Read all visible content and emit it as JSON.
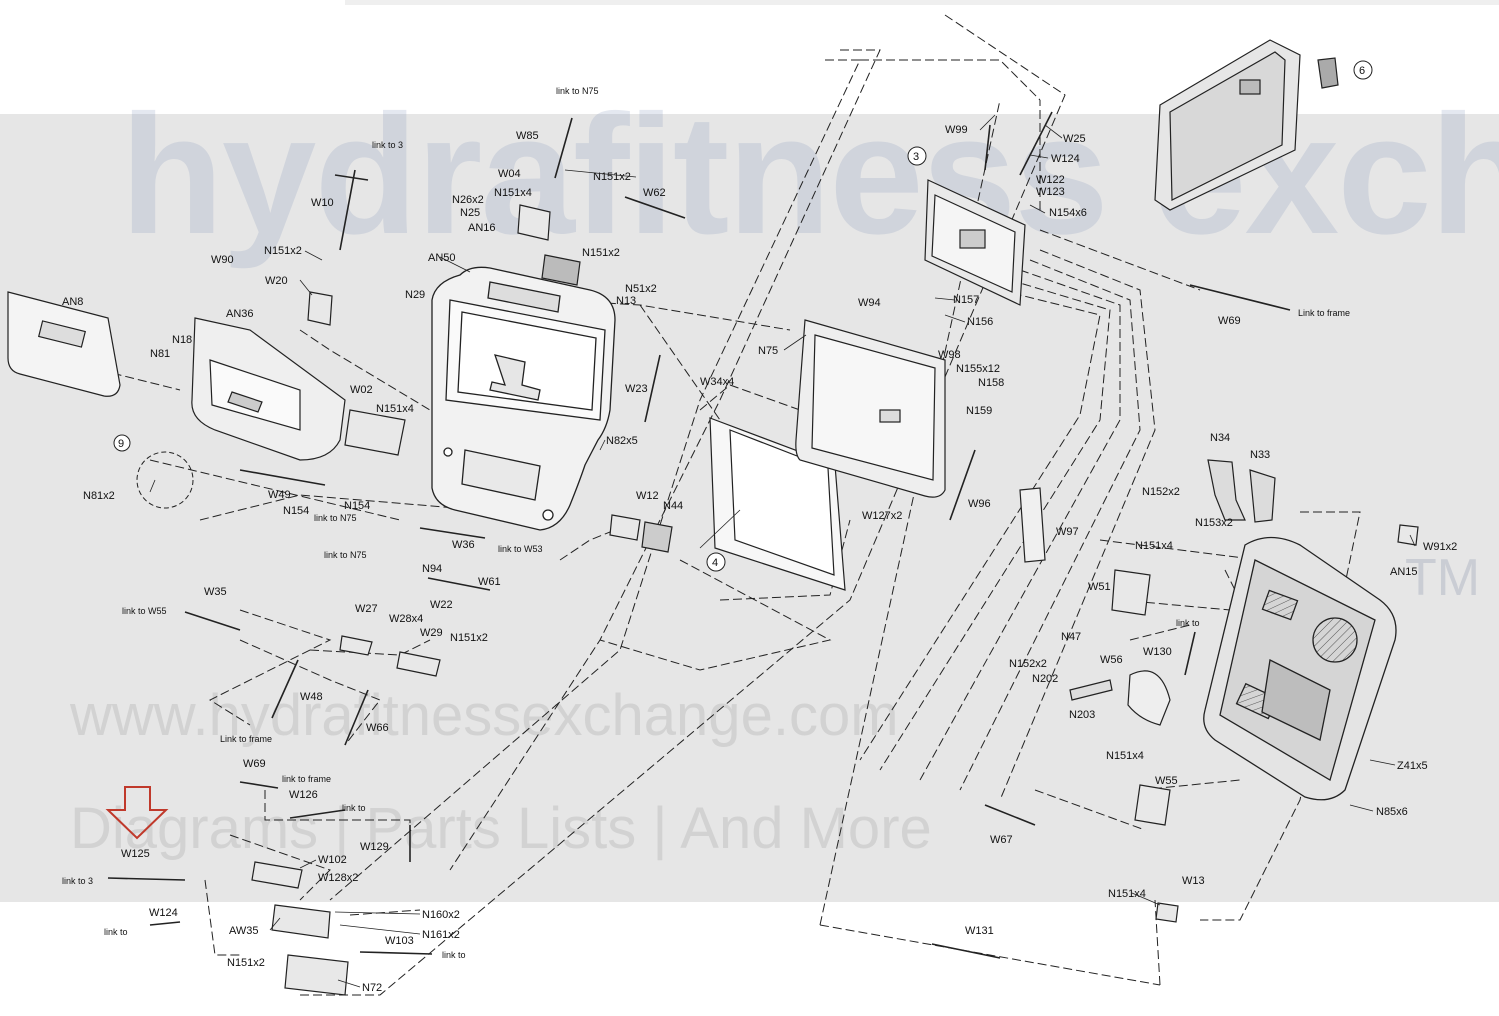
{
  "watermark": {
    "logo": "hydrafitness exchange",
    "tm": "TM",
    "url": "www.hydrafitnessexchange.com",
    "tagline": "Diagrams | Parts Lists | And More"
  },
  "colors": {
    "band": "#e6e6e6",
    "line": "#222222",
    "highlight_arrow": "#c0392b"
  },
  "labels": {
    "AN8": "AN8",
    "AN36": "AN36",
    "N18": "N18",
    "N81": "N81",
    "W90": "W90",
    "W20": "W20",
    "N151x2_a": "N151x2",
    "W10": "W10",
    "link_to_3_a": "link to 3",
    "link_to_N75_a": "link to N75",
    "W85": "W85",
    "W04": "W04",
    "N151x2_b": "N151x2",
    "N26x2": "N26x2",
    "N151x4_a": "N151x4",
    "N25": "N25",
    "AN16": "AN16",
    "W62": "W62",
    "N151x2_c": "N151x2",
    "N51x2": "N51x2",
    "N13": "N13",
    "AN50": "AN50",
    "N29": "N29",
    "W02": "W02",
    "N151x4_b": "N151x4",
    "circle_9": "9",
    "N81x2": "N81x2",
    "W49": "W49",
    "N154_a": "N154",
    "N154_b": "N154",
    "link_to_N75_b": "link to N75",
    "link_to_N75_c": "link to N75",
    "W36": "W36",
    "link_to_W53": "link to W53",
    "N94_a": "N94",
    "W61": "W61",
    "W22": "W22",
    "W23": "W23",
    "W34x4": "W34x4",
    "N82x5": "N82x5",
    "W12": "W12",
    "N44": "N44",
    "circle_4": "4",
    "W35": "W35",
    "link_to_W55": "link to W55",
    "W27": "W27",
    "W28x4": "W28x4",
    "W29": "W29",
    "N151x2_d": "N151x2",
    "W48": "W48",
    "link_to_frame_a": "Link to frame",
    "W66": "W66",
    "W69_a": "W69",
    "link_to_frame_b": "link to frame",
    "W126": "W126",
    "link_to_3_b": "link to",
    "W125": "W125",
    "W129": "W129",
    "W102": "W102",
    "W128x2": "W128x2",
    "link_to_3_c": "link to 3",
    "W124_a": "W124",
    "link_to_3_d": "link to",
    "AW35": "AW35",
    "N160x2": "N160x2",
    "N161x2": "N161x2",
    "W103": "W103",
    "link_to_3_e": "link to",
    "N151x2_e": "N151x2",
    "N72": "N72",
    "W99": "W99",
    "W25": "W25",
    "W124_b": "W124",
    "circle_3": "3",
    "W122": "W122",
    "W123": "W123",
    "N154x6": "N154x6",
    "circle_6": "6",
    "W69_b": "W69",
    "link_to_frame_c": "Link to frame",
    "W94": "W94",
    "N157": "N157",
    "N156": "N156",
    "N75": "N75",
    "W98": "W98",
    "N155x12": "N155x12",
    "N158": "N158",
    "N159": "N159",
    "W96": "W96",
    "W127x2": "W127x2",
    "W97": "W97",
    "N34": "N34",
    "N33": "N33",
    "N152x2_a": "N152x2",
    "N153x2": "N153x2",
    "W91x2": "W91x2",
    "N151x4_c": "N151x4",
    "W51": "W51",
    "AN15": "AN15",
    "N47": "N47",
    "link_to_3_f": "link to",
    "W130": "W130",
    "N152x2_b": "N152x2",
    "N202": "N202",
    "W56": "W56",
    "N203": "N203",
    "N151x4_d": "N151x4",
    "W55": "W55",
    "Z41x5": "Z41x5",
    "N85x6": "N85x6",
    "W67": "W67",
    "N151x4_e": "N151x4",
    "W13": "W13",
    "W131": "W131"
  }
}
